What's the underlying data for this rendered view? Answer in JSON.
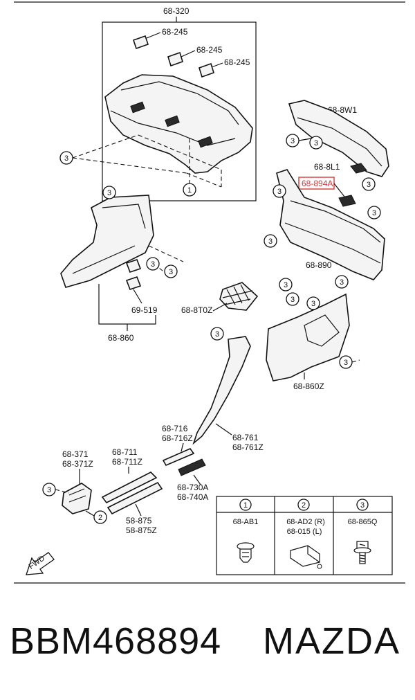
{
  "labels": {
    "l_68_320": "68-320",
    "l_68_245_a": "68-245",
    "l_68_245_b": "68-245",
    "l_68_245_c": "68-245",
    "l_68_8w1": "68-8W1",
    "l_68_8l1": "68-8L1",
    "l_68_894a": "68-894A",
    "l_68_890": "68-890",
    "l_69_519": "69-519",
    "l_68_860": "68-860",
    "l_68_8t0z": "68-8T0Z",
    "l_68_860z": "68-860Z",
    "l_68_716": "68-716",
    "l_68_716z": "68-716Z",
    "l_68_761": "68-761",
    "l_68_761z": "68-761Z",
    "l_68_371": "68-371",
    "l_68_371z": "68-371Z",
    "l_68_711": "68-711",
    "l_68_711z": "68-711Z",
    "l_68_730a": "68-730A",
    "l_68_740a": "68-740A",
    "l_58_875": "58-875",
    "l_58_875z": "58-875Z"
  },
  "callouts": {
    "one": "1",
    "two": "2",
    "three": "3"
  },
  "legend": {
    "col1": {
      "num": "1",
      "part": "68-AB1"
    },
    "col2": {
      "num": "2",
      "part_a": "68-AD2 (R)",
      "part_b": "68-015  (L)"
    },
    "col3": {
      "num": "3",
      "part": "68-865Q"
    }
  },
  "fwd": "FWD",
  "footer": {
    "part_number": "BBM468894",
    "brand": "MAZDA"
  },
  "highlight_color": "#d33a3a"
}
